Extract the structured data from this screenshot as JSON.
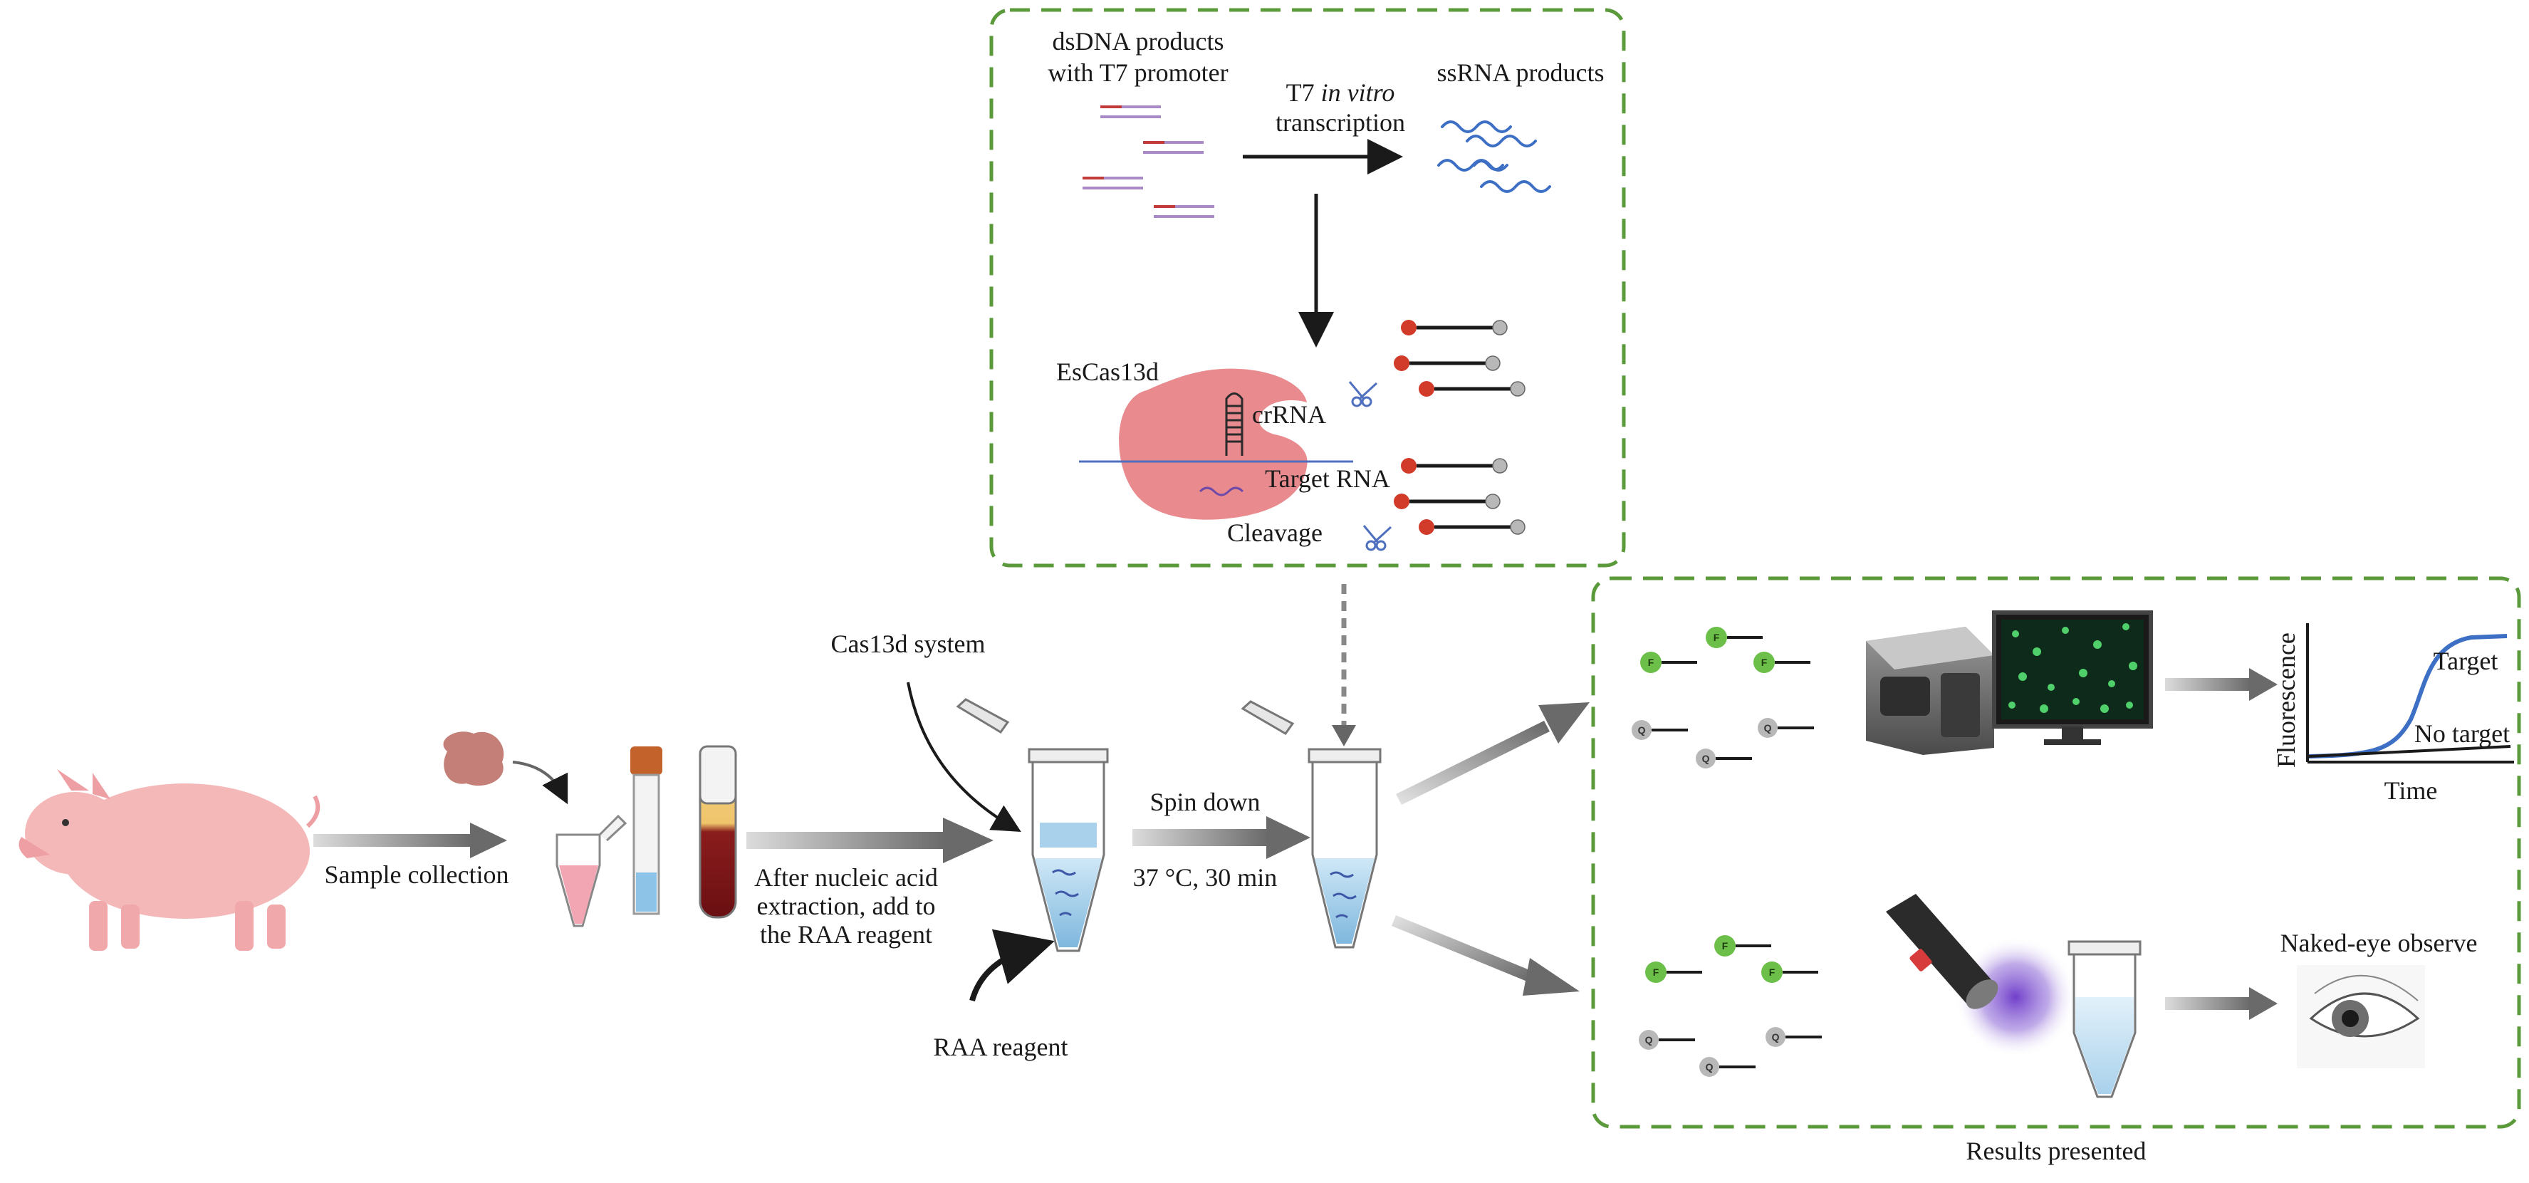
{
  "diagram": {
    "t7_panel": {
      "dsdna_label_line1": "dsDNA products",
      "dsdna_label_line2": "with T7 promoter",
      "t7_label_prefix": "T7 ",
      "t7_label_italic": "in vitro",
      "t7_label_line2": "transcription",
      "ssrna_label": "ssRNA products",
      "escas_label": "EsCas13d",
      "crrna_label": "crRNA",
      "target_rna_label": "Target RNA",
      "cleavage_label": "Cleavage"
    },
    "workflow": {
      "sample_collection": "Sample collection",
      "cas13d_system": "Cas13d system",
      "after_line1": "After nucleic acid",
      "after_line2": "extraction, add to",
      "after_line3": "the RAA reagent",
      "raa_reagent": "RAA reagent",
      "spin_down": "Spin down",
      "temp_time": "37 °C, 30 min"
    },
    "results_panel": {
      "fluorescence_axis": "Fluorescence",
      "time_axis": "Time",
      "target_label": "Target",
      "no_target_label": "No target",
      "naked_eye_label": "Naked-eye observe",
      "results_title": "Results presented"
    },
    "reporter": {
      "fluorophore": "F",
      "quencher": "Q"
    },
    "colors": {
      "panel_border": "#5a9a3a",
      "cas_protein": "#e88a8e",
      "rna_blue": "#3d6fc4",
      "fluorophore_green": "#6cc04a",
      "fluorophore_red": "#d23a2a",
      "quencher_gray": "#b8b8b8",
      "pig_pink": "#f4b8b8"
    }
  }
}
